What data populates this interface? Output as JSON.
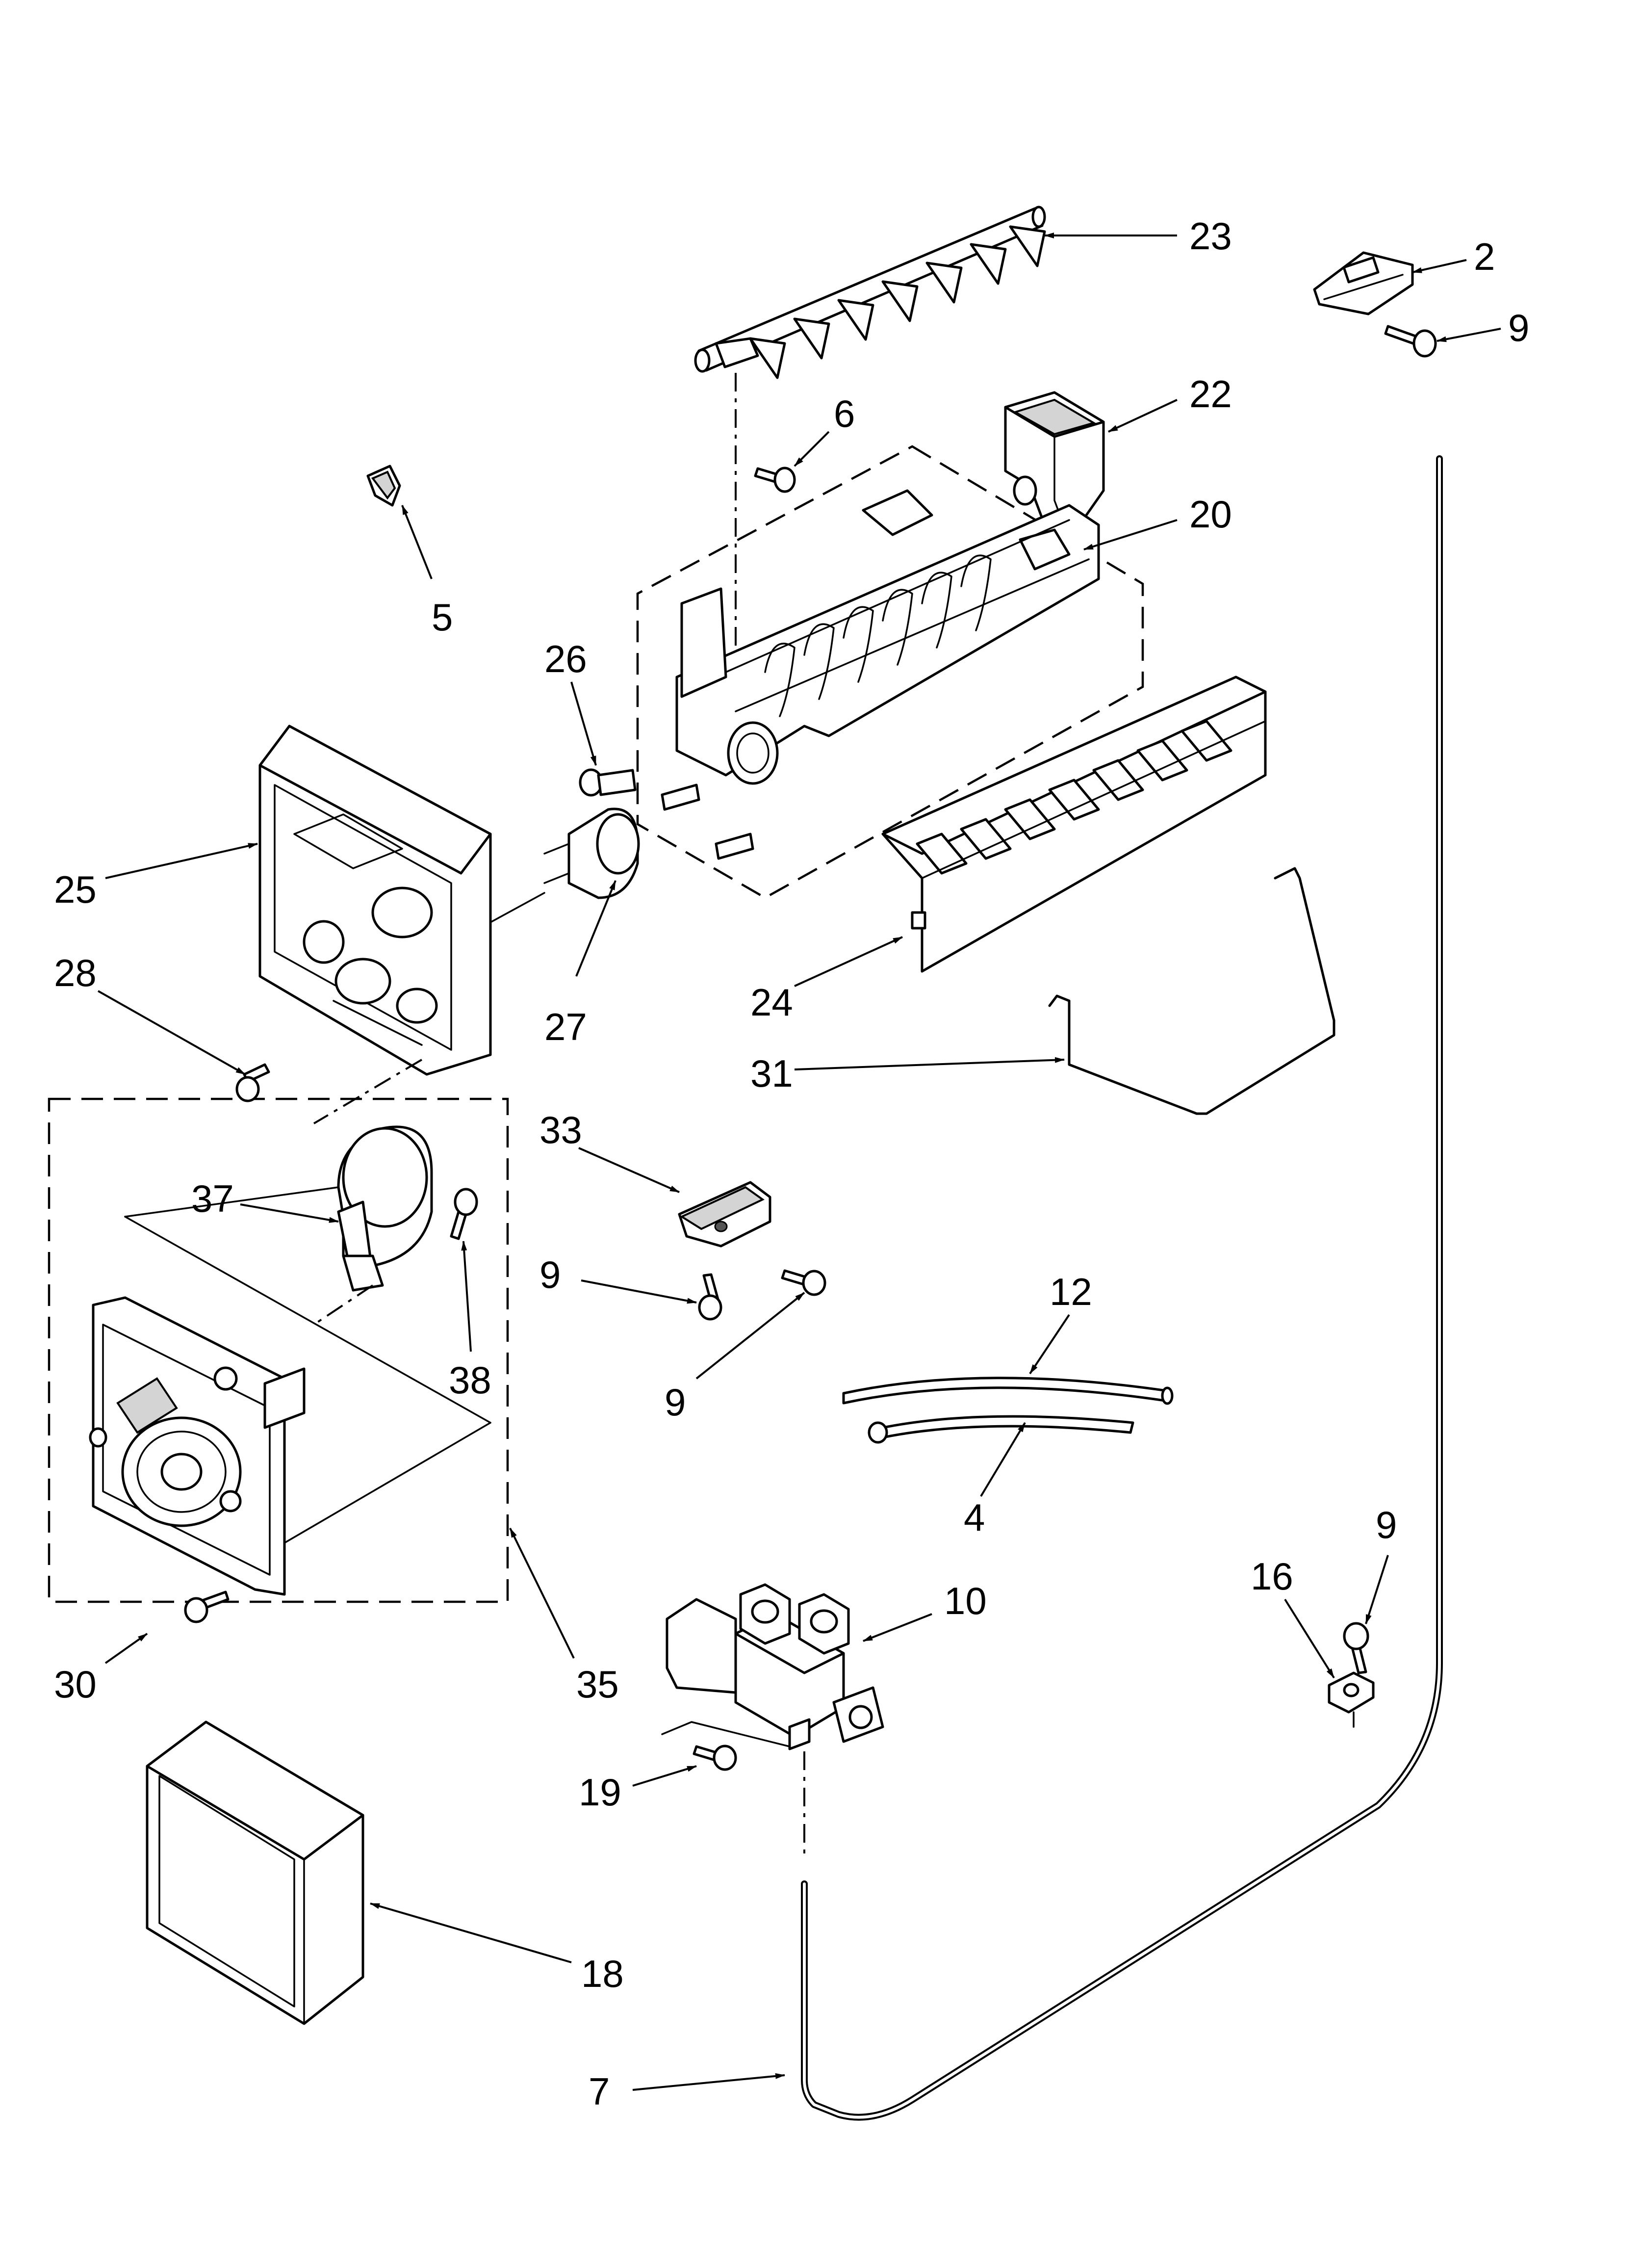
{
  "callouts": [
    {
      "id": "c23",
      "label": "23"
    },
    {
      "id": "c2",
      "label": "2"
    },
    {
      "id": "c9a",
      "label": "9"
    },
    {
      "id": "c6",
      "label": "6"
    },
    {
      "id": "c22",
      "label": "22"
    },
    {
      "id": "c20",
      "label": "20"
    },
    {
      "id": "c5",
      "label": "5"
    },
    {
      "id": "c26",
      "label": "26"
    },
    {
      "id": "c25",
      "label": "25"
    },
    {
      "id": "c27",
      "label": "27"
    },
    {
      "id": "c28",
      "label": "28"
    },
    {
      "id": "c24",
      "label": "24"
    },
    {
      "id": "c31",
      "label": "31"
    },
    {
      "id": "c33",
      "label": "33"
    },
    {
      "id": "c37",
      "label": "37"
    },
    {
      "id": "c9b",
      "label": "9"
    },
    {
      "id": "c38",
      "label": "38"
    },
    {
      "id": "c9c",
      "label": "9"
    },
    {
      "id": "c12",
      "label": "12"
    },
    {
      "id": "c4",
      "label": "4"
    },
    {
      "id": "c9d",
      "label": "9"
    },
    {
      "id": "c16",
      "label": "16"
    },
    {
      "id": "c10",
      "label": "10"
    },
    {
      "id": "c30",
      "label": "30"
    },
    {
      "id": "c35",
      "label": "35"
    },
    {
      "id": "c19",
      "label": "19"
    },
    {
      "id": "c18",
      "label": "18"
    },
    {
      "id": "c7",
      "label": "7"
    }
  ]
}
